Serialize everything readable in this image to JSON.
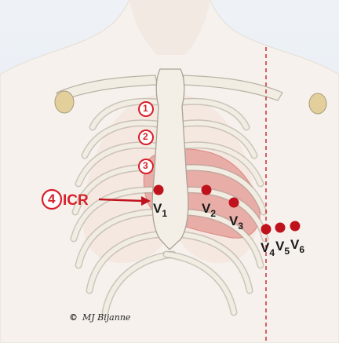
{
  "diagram": {
    "icr_numbers": [
      "1",
      "2",
      "3",
      "4"
    ],
    "icr_label": "ICR",
    "electrodes": [
      {
        "main": "V",
        "sub": "1"
      },
      {
        "main": "V",
        "sub": "2"
      },
      {
        "main": "V",
        "sub": "3"
      },
      {
        "main": "V",
        "sub": "4"
      },
      {
        "main": "V",
        "sub": "5"
      },
      {
        "main": "V",
        "sub": "6"
      }
    ],
    "colors": {
      "accent_red": "#d6202a",
      "electrode_dot": "#c0121c",
      "bone": "#f1ede3",
      "heart": "#e8a9a3",
      "skin": "#f6f1ec"
    }
  },
  "credit": {
    "symbol": "©",
    "signature": "MJ Bijanne"
  }
}
